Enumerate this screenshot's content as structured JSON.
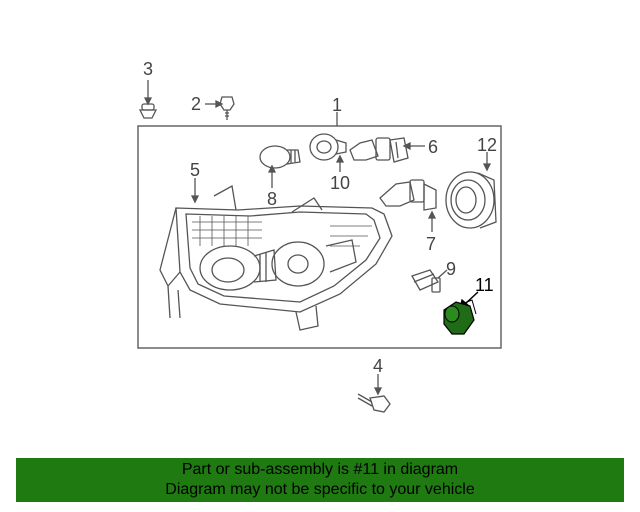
{
  "callouts": {
    "c1": "1",
    "c2": "2",
    "c3": "3",
    "c4": "4",
    "c5": "5",
    "c6": "6",
    "c7": "7",
    "c8": "8",
    "c9": "9",
    "c10": "10",
    "c11": "11",
    "c12": "12"
  },
  "banner": {
    "line1": "Part or sub-assembly is #11 in diagram",
    "line2": "Diagram may not be specific to your vehicle"
  },
  "colors": {
    "banner_bg": "#1f7a12",
    "highlight_part": "#1f6b16",
    "line_art": "#555555"
  },
  "highlighted_part": "11"
}
